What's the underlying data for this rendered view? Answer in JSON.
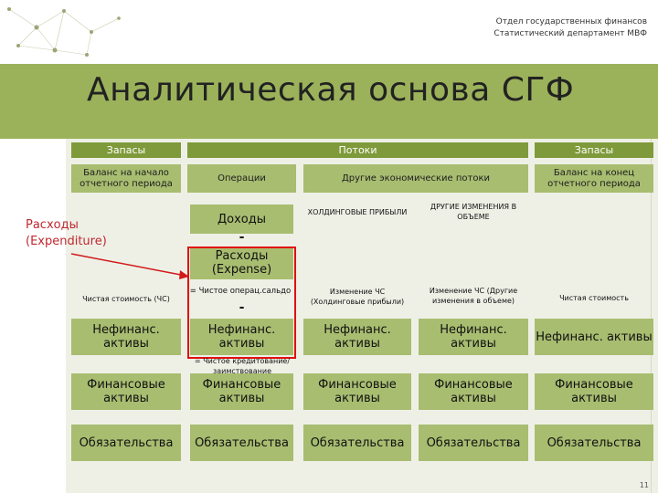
{
  "header": {
    "org_line1": "Отдел государственных финансов",
    "org_line2": "Статистический департамент МВФ"
  },
  "title": "Аналитическая основа СГФ",
  "column_headers": {
    "stocks_open": "Запасы",
    "flows": "Потоки",
    "stocks_close": "Запасы"
  },
  "sub_headers": {
    "opening_balance": "Баланс на начало отчетного периода",
    "operations": "Операции",
    "other_flows": "Другие экономические потоки",
    "closing_balance": "Баланс на конец отчетного периода",
    "holding_gains": "ХОЛДИНГОВЫЕ ПРИБЫЛИ",
    "volume_changes": "ДРУГИЕ ИЗМЕНЕНИЯ В ОБЪЕМЕ"
  },
  "operations_block": {
    "revenue": "Доходы",
    "minus1": "-",
    "expense": "Расходы (Expense)",
    "net_operating_balance": "= Чистое операц.сальдо",
    "minus2": "-",
    "net_lending": "= Чистое кредитование/ заимствование"
  },
  "side_label": "Расходы (Expenditure)",
  "row_labels": {
    "net_worth_open": "Чистая стоимость (ЧС)",
    "nw_change_holding": "Изменение ЧС (Холдинговые прибыли)",
    "nw_change_volume": "Изменение ЧС (Другие изменения в объеме)",
    "net_worth_close": "Чистая стоимость"
  },
  "grid_rows": [
    {
      "c1": "Нефинанс. активы",
      "c2": "Нефинанс. активы",
      "c3": "Нефинанс. активы",
      "c4": "Нефинанс. активы",
      "c5": "Нефинанс. активы"
    },
    {
      "c1": "Финансовые активы",
      "c2": "Финансовые активы",
      "c3": "Финансовые активы",
      "c4": "Финансовые активы",
      "c5": "Финансовые активы"
    },
    {
      "c1": "Обязательства",
      "c2": "Обязательства",
      "c3": "Обязательства",
      "c4": "Обязательства",
      "c5": "Обязательства"
    }
  ],
  "page_number": "11",
  "colors": {
    "band": "#9bb25a",
    "header_dark": "#7f9a3a",
    "cell_green": "#a8bd70",
    "highlight_red": "#e01010",
    "expenditure_red": "#c0282f"
  }
}
